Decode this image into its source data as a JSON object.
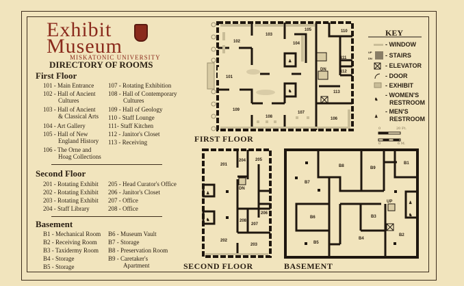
{
  "logo": {
    "line1": "Exhibit",
    "line2": "Museum",
    "subtitle": "MISKATONIC UNIVERSITY"
  },
  "directory": {
    "title": "DIRECTORY OF ROOMS",
    "first_floor": {
      "heading": "First Floor",
      "items": [
        {
          "code": "101 -",
          "name": "Main Entrance"
        },
        {
          "code": "102 -",
          "name": "Hall of Ancient",
          "cont": "Cultures"
        },
        {
          "code": "103 -",
          "name": "Hall of Ancient",
          "cont": "& Classical Arts"
        },
        {
          "code": "104 -",
          "name": "Art Gallery"
        },
        {
          "code": "105 -",
          "name": "Hall of New",
          "cont": "England History"
        },
        {
          "code": "106 -",
          "name": "The Orne and",
          "cont": "Hoag Collections"
        },
        {
          "code": "107 -",
          "name": "Rotating Exhibition"
        },
        {
          "code": "108 -",
          "name": "Hall of Contemporary",
          "cont": "Cultures"
        },
        {
          "code": "109 -",
          "name": "Hall of Geology"
        },
        {
          "code": "110 -",
          "name": "Staff Lounge"
        },
        {
          "code": "111-",
          "name": "Staff Kitchen"
        },
        {
          "code": "112 -",
          "name": "Janitor's Closet"
        },
        {
          "code": "113 -",
          "name": "Receiving"
        }
      ]
    },
    "second_floor": {
      "heading": "Second Floor",
      "items": [
        {
          "code": "201 -",
          "name": "Rotating Exhibit"
        },
        {
          "code": "202 -",
          "name": "Rotating Exhibit"
        },
        {
          "code": "203 -",
          "name": "Rotating Exhibit"
        },
        {
          "code": "204 -",
          "name": "Staff Library"
        },
        {
          "code": "205 -",
          "name": "Head Curator's Office"
        },
        {
          "code": "206 -",
          "name": "Janitor's Closet"
        },
        {
          "code": "207 -",
          "name": "Office"
        },
        {
          "code": "208 -",
          "name": "Office"
        }
      ]
    },
    "basement": {
      "heading": "Basement",
      "items": [
        {
          "code": "B1 -",
          "name": "Mechanical Room"
        },
        {
          "code": "B2 -",
          "name": "Receiving Room"
        },
        {
          "code": "B3 -",
          "name": "Taxidermy Room"
        },
        {
          "code": "B4 -",
          "name": "Storage"
        },
        {
          "code": "B5 -",
          "name": "Storage"
        },
        {
          "code": "B6 -",
          "name": "Museum Vault"
        },
        {
          "code": "B7 -",
          "name": "Storage"
        },
        {
          "code": "B8 -",
          "name": "Preservation Room"
        },
        {
          "code": "B9 -",
          "name": "Caretaker's",
          "cont": "Apartment"
        }
      ]
    }
  },
  "key": {
    "title": "KEY",
    "items": [
      {
        "icon": "window-icon",
        "label": "- WINDOW"
      },
      {
        "icon": "stairs-icon",
        "label": "- STAIRS",
        "up": "UP",
        "dn": "DN"
      },
      {
        "icon": "elevator-icon",
        "label": "- ELEVATOR"
      },
      {
        "icon": "door-icon",
        "label": "- DOOR"
      },
      {
        "icon": "exhibit-icon",
        "label": "- EXHIBIT"
      },
      {
        "icon": "womens-restroom-icon",
        "label": "- WOMEN'S",
        "cont": "RESTROOM"
      },
      {
        "icon": "mens-restroom-icon",
        "label": "- MEN'S",
        "cont": "RESTROOM"
      }
    ],
    "scale": {
      "ft_zero": "0",
      "ft_value": "20 Ft.",
      "m_zero": "0",
      "m_value": "6 M."
    }
  },
  "plans": {
    "first_floor": {
      "title": "FIRST FLOOR",
      "rooms": [
        "101",
        "102",
        "103",
        "104",
        "105",
        "106",
        "107",
        "108",
        "109",
        "110",
        "111",
        "112",
        "113"
      ],
      "dn": "DN"
    },
    "second_floor": {
      "title": "SECOND FLOOR",
      "rooms": [
        "201",
        "202",
        "203",
        "204",
        "205",
        "206",
        "207",
        "208"
      ],
      "dn": "DN"
    },
    "basement": {
      "title": "BASEMENT",
      "rooms": [
        "B1",
        "B2",
        "B3",
        "B4",
        "B5",
        "B6",
        "B7",
        "B8",
        "B9"
      ],
      "up": "UP"
    }
  },
  "colors": {
    "paper": "#f1e4bd",
    "ink": "#2b2014",
    "brand": "#8a2a1c",
    "exhibit": "#c9bd98"
  }
}
